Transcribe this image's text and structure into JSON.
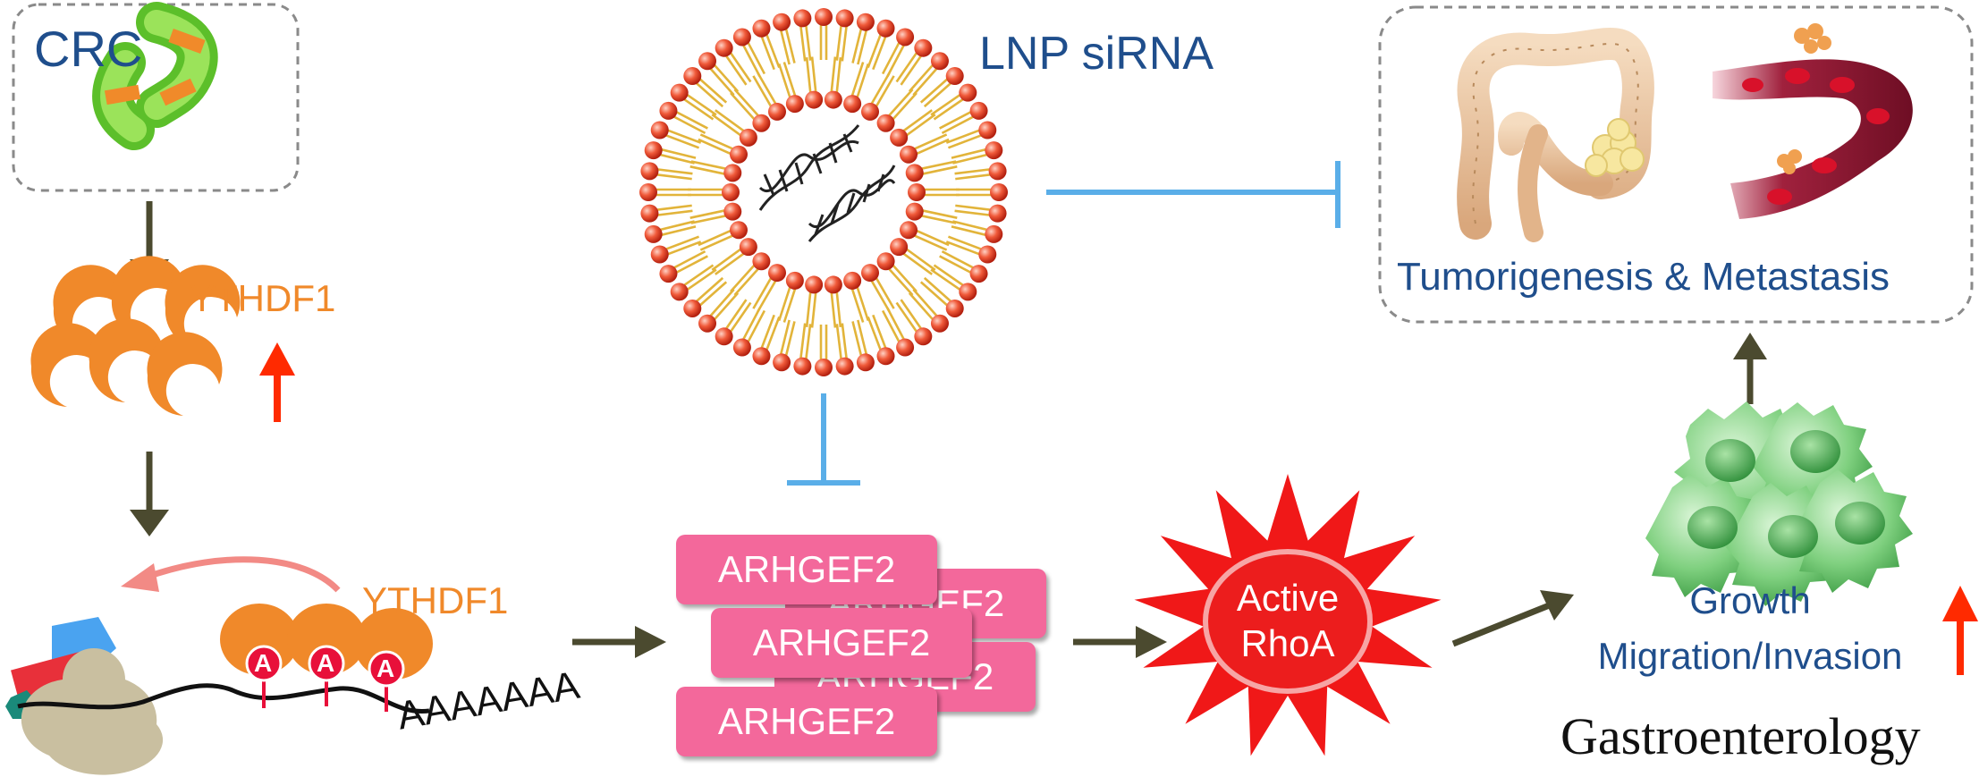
{
  "labels": {
    "crc": "CRC",
    "ythdf1_top": "YTHDF1",
    "ythdf1_mid": "YTHDF1",
    "lnp": "LNP siRNA",
    "outcome": "Tumorigenesis & Metastasis",
    "arhgef2": [
      "ARHGEF2",
      "ARHGEF2",
      "ARHGEF2",
      "ARHGEF2",
      "ARHGEF2"
    ],
    "active_line1": "Active",
    "active_line2": "RhoA",
    "growth": "Growth",
    "migration": "Migration/Invasion",
    "journal": "Gastroenterology",
    "m6a": [
      "A",
      "A",
      "A"
    ],
    "polya": "AAAAAAA"
  },
  "colors": {
    "dark_arrow": "#4b4a2f",
    "blue_inhibit": "#5aaee8",
    "orange": "#f0892a",
    "title_blue": "#1f4e8c",
    "up_red": "#ff2a00",
    "pink": "#f3689b",
    "rhoa_red": "#f01818",
    "cell_green": "#7fd07f"
  },
  "icons": [
    "chromosome-icon",
    "ythdf1-protein-icon",
    "ribosome-icon",
    "lipid-nanoparticle-icon",
    "sirna-helix-icon",
    "colon-icon",
    "blood-vessel-icon",
    "active-rhoa-star-icon",
    "cancer-cells-icon",
    "up-arrow-icon"
  ]
}
